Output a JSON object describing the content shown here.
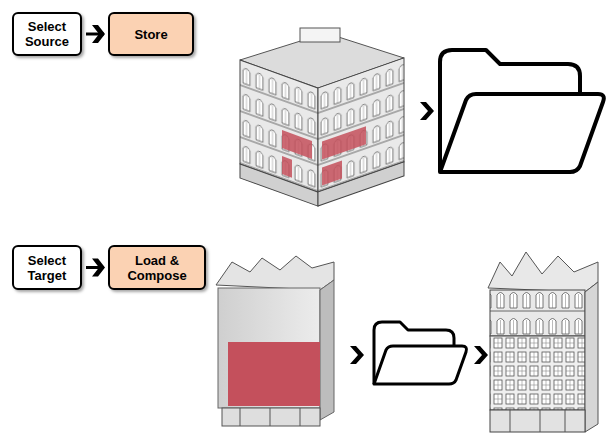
{
  "diagram": {
    "nodes": [
      {
        "text": [
          "Select Source"
        ]
      },
      {
        "text": [
          "Store"
        ]
      },
      {
        "text": [
          "Select Target"
        ]
      },
      {
        "text": [
          "Load & Compose"
        ]
      }
    ],
    "edges": [
      {
        "from": 0,
        "to": 1,
        "arrow": "to"
      },
      {
        "from": 2,
        "to": 3,
        "arrow": "to"
      }
    ]
  }
}
